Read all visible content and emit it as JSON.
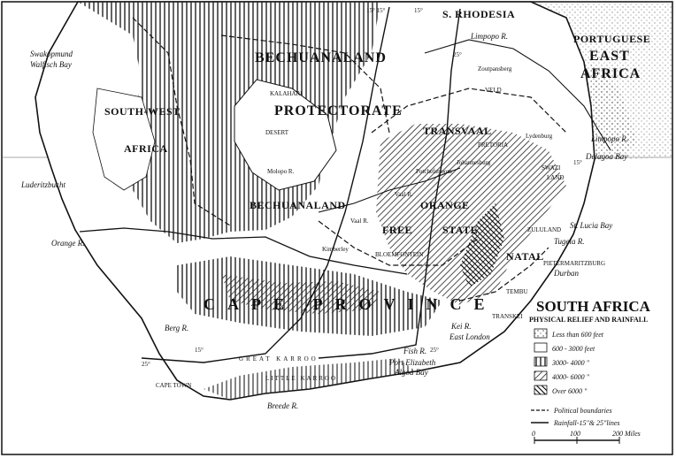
{
  "map": {
    "regions": {
      "rhodesia": "S. RHODESIA",
      "portuguese_1": "PORTUGUESE",
      "portuguese_2": "EAST",
      "portuguese_3": "AFRICA",
      "bechuanaland_top": "BECHUANALAND",
      "protectorate": "PROTECTORATE",
      "kalahari": "KALAHARI",
      "desert": "DESERT",
      "sw_africa_1": "SOUTH-WEST",
      "sw_africa_2": "AFRICA",
      "transvaal": "TRANSVAAL",
      "bechuanaland_low": "BECHUANALAND",
      "orange": "ORANGE",
      "free": "FREE",
      "state": "STATE",
      "natal": "NATAL",
      "cape": "CAPE PROVINCE",
      "zululand": "ZULULAND",
      "swazi": "SWAZI",
      "land": "LAND",
      "great_karroo": "GREAT KARROO",
      "little_karroo": "LITTLE KARROO",
      "tembuland": "TEMBU",
      "transkei": "TRANSKEI"
    },
    "places": {
      "swakopmund": "Swakopmund",
      "walfisch": "Walfisch Bay",
      "luderitz": "Luderitzbucht",
      "orange_r": "Orange R.",
      "limpopo_top": "Limpopo R.",
      "limpopo_right": "Limpopo R.",
      "delagoa": "Delagoa Bay",
      "zoutpansberg": "Zoutpansberg",
      "veld": "VELD",
      "pretoria": "PRETORIA",
      "johannesburg": "Johannesburg",
      "potchefstroom": "Potchefstroom",
      "lydenburg": "Lydenburg",
      "molopo": "Molopo R.",
      "vaal": "Vaal R.",
      "kimberley": "Kimberley",
      "vaal2": "Vaal R.",
      "bloemfontein": "BLOEMFONTEIN",
      "st_lucia": "St. Lucia Bay",
      "tugela": "Tugela R.",
      "pietermaritzburg": "PIETERMARITZBURG",
      "durban": "Durban",
      "kei": "Kei R.",
      "east_london": "East London",
      "fish": "Fish R.",
      "port_elizabeth": "Port Elizabeth",
      "algoa": "Algoa Bay",
      "berg": "Berg R.",
      "cape_town": "CAPE TOWN",
      "breede": "Breede R.",
      "deg_15_top": "15°",
      "deg_25_top": "25°",
      "deg_15_right": "15°",
      "deg_25_low": "25°",
      "deg_15_low": "15°",
      "deg_25_left": "25°",
      "deg_15_mid": "15° 15°"
    },
    "legend": {
      "title": "SOUTH AFRICA",
      "subtitle": "PHYSICAL RELIEF AND RAINFALL",
      "items": [
        "Less than 600 feet",
        "600 - 3000 feet",
        "3000- 4000 \"",
        "4000- 6000 \"",
        "Over 6000 \""
      ],
      "political": "Political boundaries",
      "rainfall": "Rainfall-15\"& 25\"lines",
      "scale_0": "0",
      "scale_100": "100",
      "scale_200": "200 Miles"
    },
    "colors": {
      "ink": "#111111",
      "paper": "#ffffff"
    }
  }
}
